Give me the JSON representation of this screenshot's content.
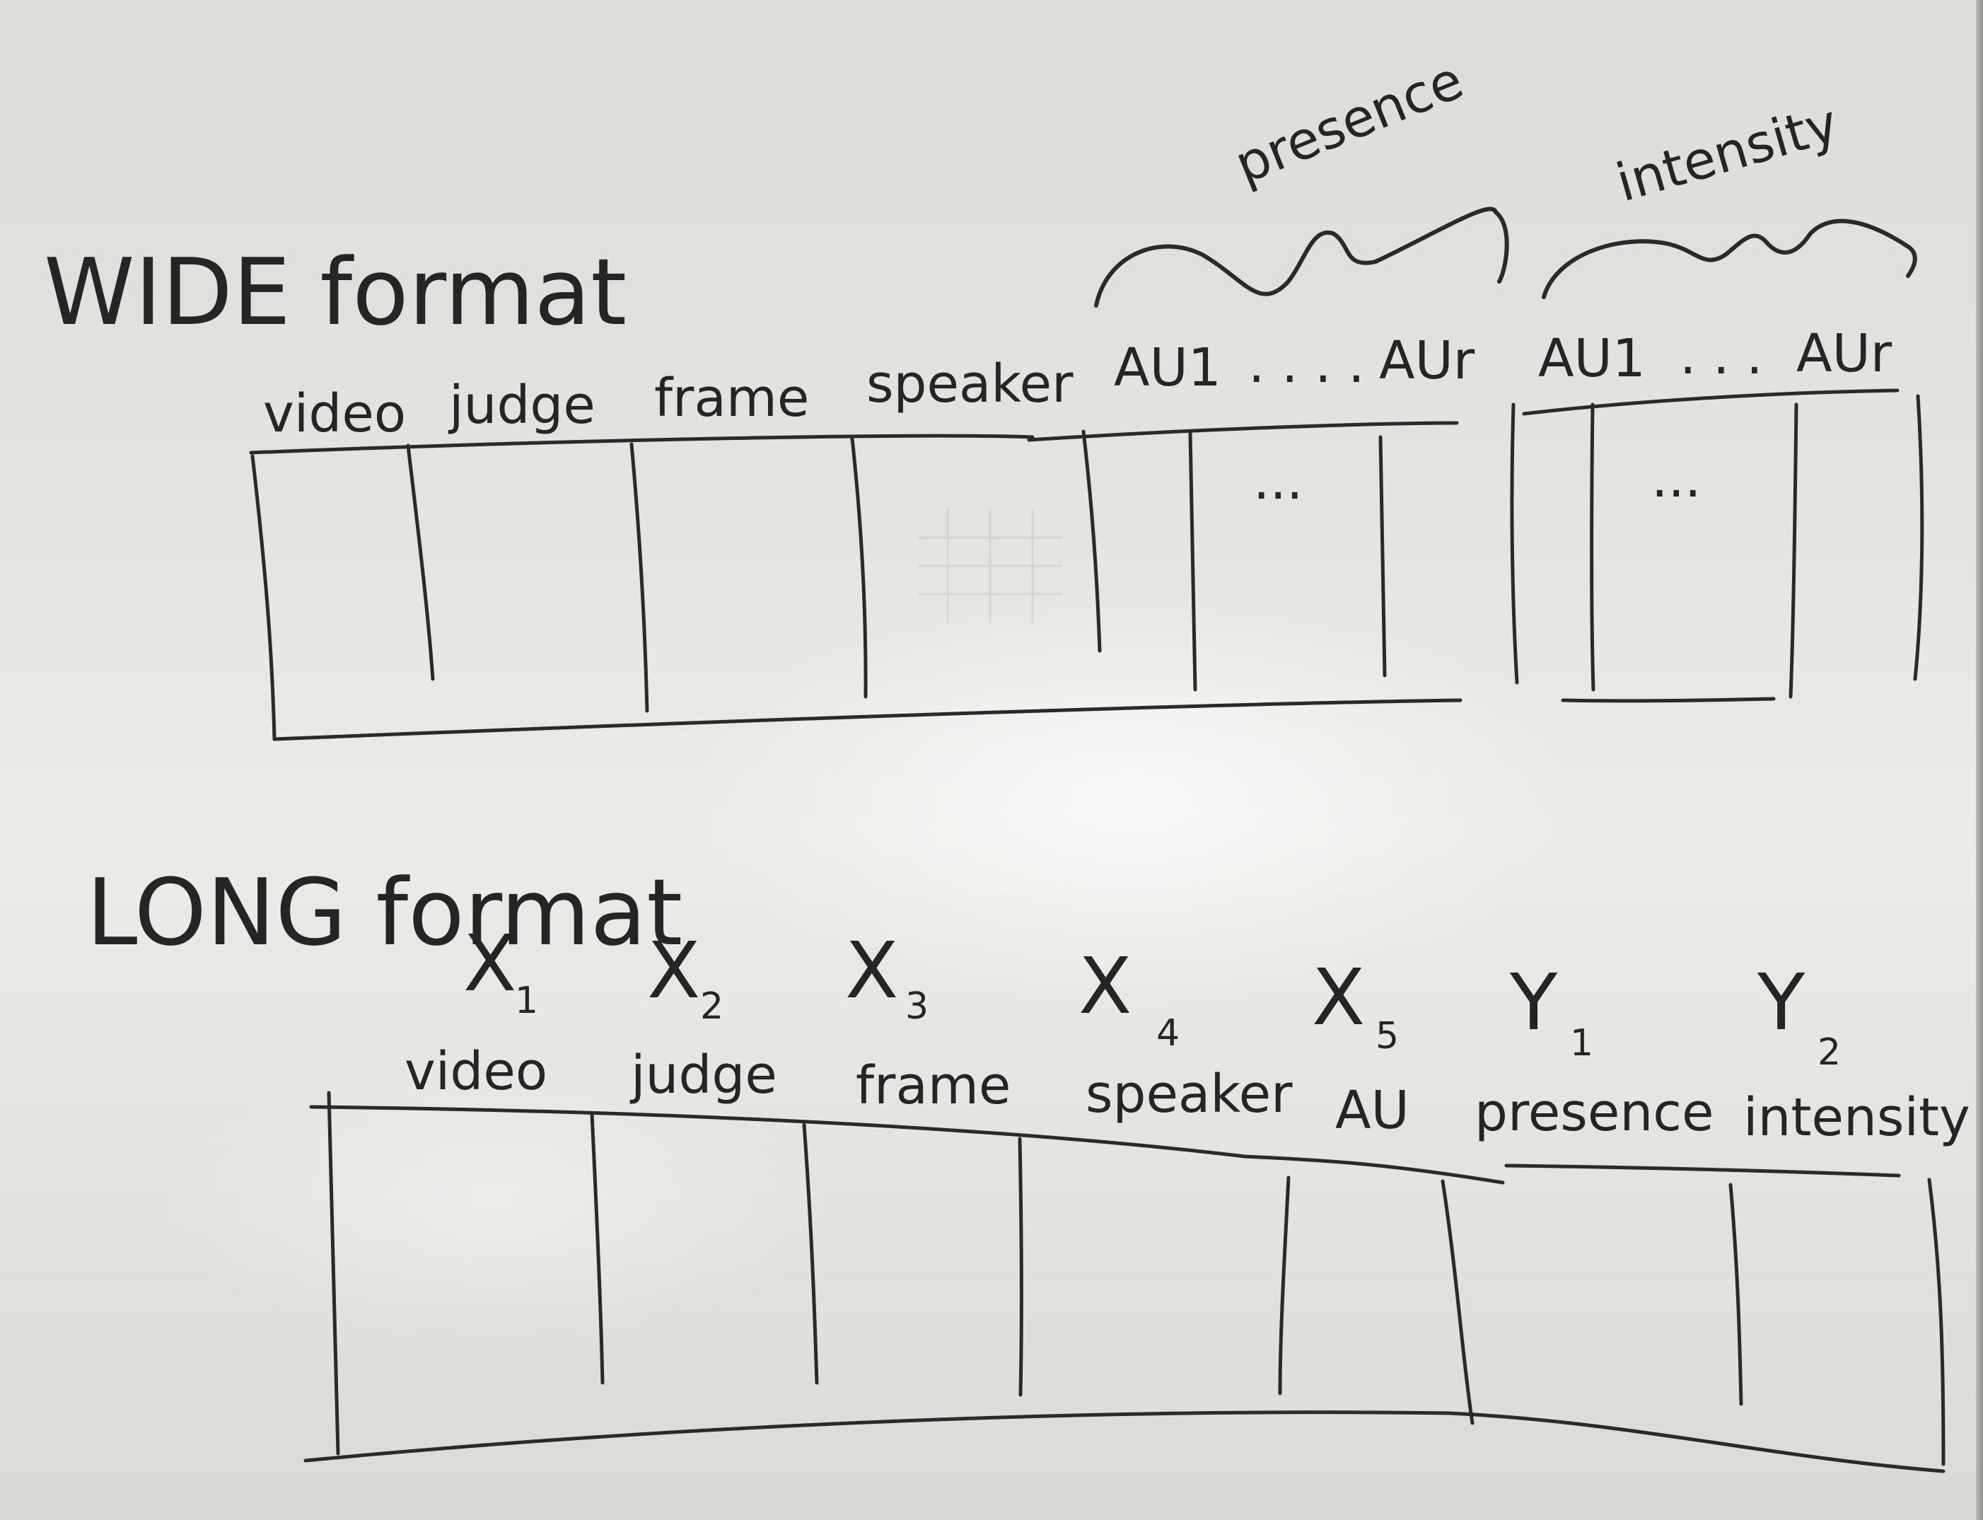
{
  "wide": {
    "title": "WIDE format",
    "columns": [
      "video",
      "judge",
      "frame",
      "speaker",
      "AU1",
      ". . . .",
      "AUr",
      "AU1",
      ". . .",
      "AUr"
    ],
    "group_labels": [
      "presence",
      "intensity"
    ],
    "cell_ellipsis": "..."
  },
  "long": {
    "title": "LONG format",
    "variables": [
      {
        "symbol": "X",
        "sub": "1",
        "name": "video"
      },
      {
        "symbol": "X",
        "sub": "2",
        "name": "judge"
      },
      {
        "symbol": "X",
        "sub": "3",
        "name": "frame"
      },
      {
        "symbol": "X",
        "sub": "4",
        "name": "speaker"
      },
      {
        "symbol": "X",
        "sub": "5",
        "name": "AU"
      },
      {
        "symbol": "Y",
        "sub": "1",
        "name": "presence"
      },
      {
        "symbol": "Y",
        "sub": "2",
        "name": "intensity"
      }
    ]
  },
  "colors": {
    "board": "#e6e6e2",
    "ink": "#2b2a2a"
  }
}
